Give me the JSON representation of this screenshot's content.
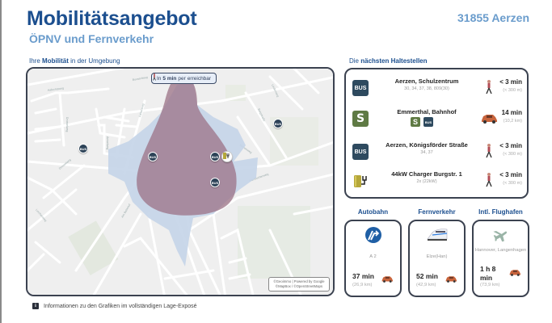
{
  "header": {
    "title": "Mobilitätsangebot",
    "subtitle": "ÖPNV und Fernverkehr",
    "location": "31855 Aerzen"
  },
  "map_section": {
    "label_prefix": "Ihre",
    "label_bold": "Mobilität",
    "label_suffix": "in der Umgebung",
    "isochrone_badge": {
      "prefix": "In",
      "bold": "5 min",
      "mid": "per",
      "icon": "walking-person-icon",
      "suffix": "erreichbar"
    },
    "attribution_line1": "©Geoimmo | Powered by Google",
    "attribution_line2": "©MapBox / ©OpenStreetMaps",
    "pins": [
      {
        "type": "bus",
        "label": "BUS"
      },
      {
        "type": "bus",
        "label": "BUS"
      },
      {
        "type": "bus",
        "label": "BUS"
      },
      {
        "type": "bus",
        "label": "BUS"
      },
      {
        "type": "bus",
        "label": "BUS"
      },
      {
        "type": "charger",
        "label": ""
      }
    ],
    "colors": {
      "walk_area": "#c4d4e8",
      "drive_area": "#9b7186",
      "map_bg": "#efefef"
    }
  },
  "stops_section": {
    "label_prefix": "Die",
    "label_bold": "nächsten Haltestellen",
    "stops": [
      {
        "icon": "bus-icon",
        "icon_label": "BUS",
        "name": "Aerzen, Schulzentrum",
        "lines": "30, 34, 37, 38, 809(30)",
        "mode": "walking",
        "time": "< 3 min",
        "distance": "(< 300 m)"
      },
      {
        "icon": "s-bahn-icon",
        "icon_label": "S",
        "name": "Emmerthal, Bahnhof",
        "line_badges": [
          "S",
          "BUS"
        ],
        "mode": "car",
        "time": "14 min",
        "distance": "(10,2 km)"
      },
      {
        "icon": "bus-icon",
        "icon_label": "BUS",
        "name": "Aerzen, Königsförder Straße",
        "lines": "34, 37",
        "mode": "walking",
        "time": "< 3 min",
        "distance": "(< 300 m)"
      },
      {
        "icon": "charger-icon",
        "icon_label": "",
        "name": "44kW Charger Burgstr. 1",
        "lines": "2x (22kW)",
        "mode": "walking",
        "time": "< 3 min",
        "distance": "(< 300 m)"
      }
    ]
  },
  "cards": [
    {
      "title": "Autobahn",
      "icon": "highway-icon",
      "sub": "A 2",
      "time": "37 min",
      "distance": "(26,9 km)",
      "mode": "car"
    },
    {
      "title": "Fernverkehr",
      "icon": "train-icon",
      "sub": "Elze(Han)",
      "time": "52 min",
      "distance": "(42,9 km)",
      "mode": "car"
    },
    {
      "title": "Intl. Flughafen",
      "icon": "airplane-icon",
      "sub": "Hannover, Langenhagen",
      "time": "1 h 8 min",
      "distance": "(73,9 km)",
      "mode": "car"
    }
  ],
  "footer": {
    "icon": "info-icon",
    "icon_label": "i",
    "text": "Informationen zu den Grafiken im vollständigen Lage-Exposé"
  },
  "colors": {
    "primary": "#1c4f8f",
    "secondary": "#6a9ccc",
    "bus": "#2e4a5f",
    "sbahn": "#5f7a44",
    "border": "#3b4250",
    "car": "#c8643c"
  }
}
